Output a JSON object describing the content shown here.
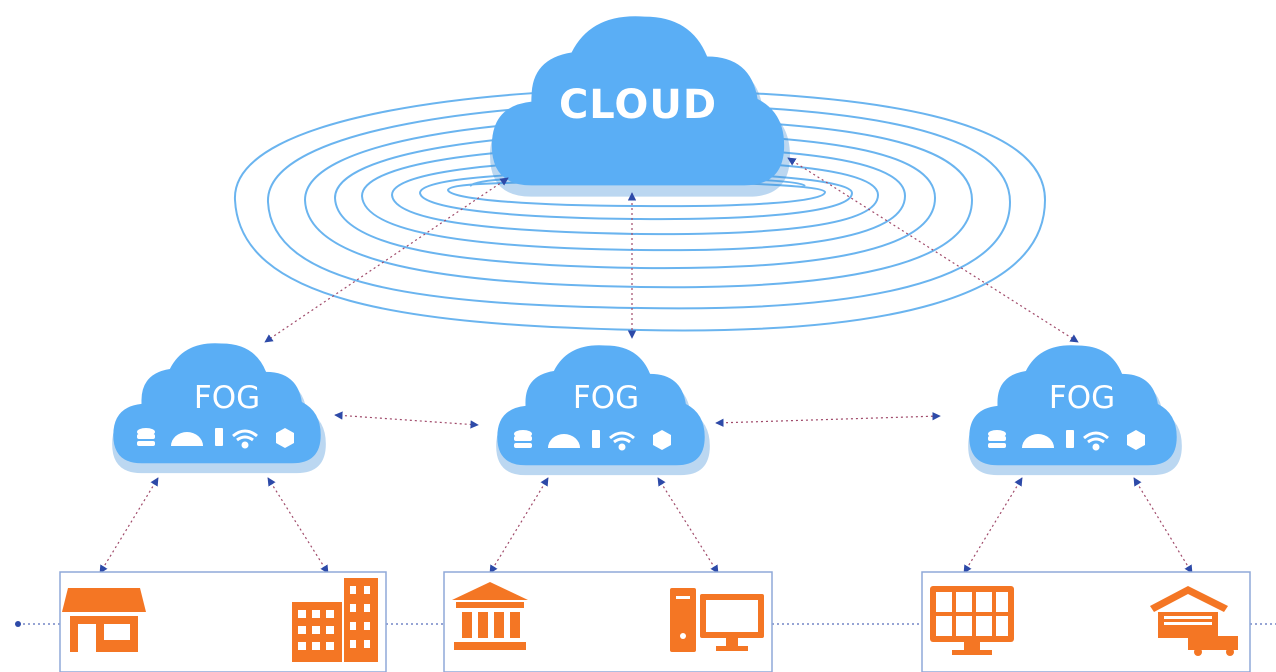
{
  "cloud": {
    "label": "CLOUD"
  },
  "fog_nodes": [
    {
      "label": "FOG",
      "icons": [
        "database-icon",
        "dome-icon",
        "device-icon",
        "wifi-icon",
        "hexagon-icon"
      ]
    },
    {
      "label": "FOG",
      "icons": [
        "database-icon",
        "dome-icon",
        "device-icon",
        "wifi-icon",
        "hexagon-icon"
      ]
    },
    {
      "label": "FOG",
      "icons": [
        "database-icon",
        "dome-icon",
        "device-icon",
        "wifi-icon",
        "hexagon-icon"
      ]
    }
  ],
  "edge_groups": [
    {
      "icons": [
        "storefront-icon",
        "office-building-icon"
      ]
    },
    {
      "icons": [
        "bank-icon",
        "desktop-computer-icon"
      ]
    },
    {
      "icons": [
        "monitor-icon",
        "warehouse-truck-icon"
      ]
    }
  ],
  "colors": {
    "cloud_fill": "#5aaef5",
    "cloud_shadow": "#3f90d8",
    "ripple_line": "#6ab4ef",
    "link_line": "#a04a6a",
    "arrow_head": "#2d4aa8",
    "device_orange": "#f47624",
    "box_border": "#8fa8d8"
  }
}
